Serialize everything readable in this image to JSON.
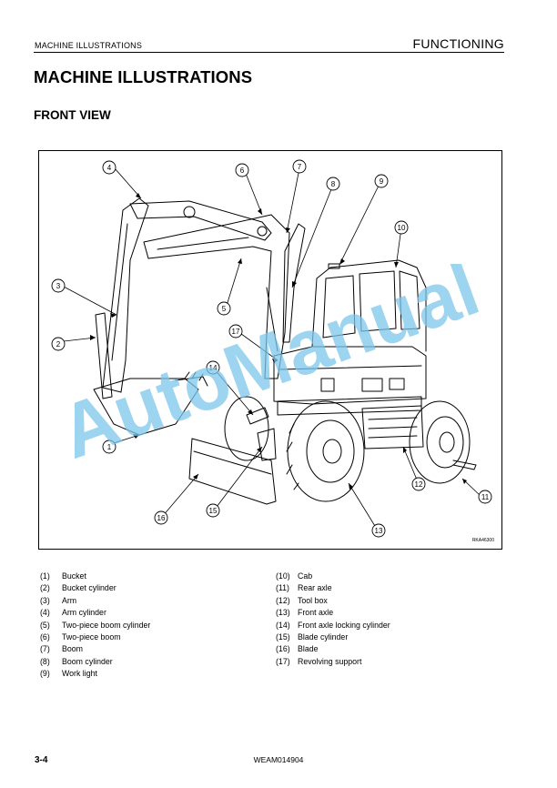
{
  "header": {
    "left": "MACHINE ILLUSTRATIONS",
    "right": "FUNCTIONING"
  },
  "title": "MACHINE ILLUSTRATIONS",
  "section": "FRONT VIEW",
  "figure": {
    "code": "RKA46300",
    "callouts": [
      "1",
      "2",
      "3",
      "4",
      "5",
      "6",
      "7",
      "8",
      "9",
      "10",
      "11",
      "12",
      "13",
      "14",
      "15",
      "16",
      "17"
    ]
  },
  "watermark": "AutoManual",
  "legend_left": [
    {
      "num": "(1)",
      "label": "Bucket"
    },
    {
      "num": "(2)",
      "label": "Bucket cylinder"
    },
    {
      "num": "(3)",
      "label": "Arm"
    },
    {
      "num": "(4)",
      "label": "Arm cylinder"
    },
    {
      "num": "(5)",
      "label": "Two-piece boom cylinder"
    },
    {
      "num": "(6)",
      "label": "Two-piece boom"
    },
    {
      "num": "(7)",
      "label": "Boom"
    },
    {
      "num": "(8)",
      "label": "Boom cylinder"
    },
    {
      "num": "(9)",
      "label": "Work light"
    }
  ],
  "legend_right": [
    {
      "num": "(10)",
      "label": "Cab"
    },
    {
      "num": "(11)",
      "label": "Rear axle"
    },
    {
      "num": "(12)",
      "label": "Tool box"
    },
    {
      "num": "(13)",
      "label": "Front axle"
    },
    {
      "num": "(14)",
      "label": "Front axle locking cylinder"
    },
    {
      "num": "(15)",
      "label": "Blade cylinder"
    },
    {
      "num": "(16)",
      "label": "Blade"
    },
    {
      "num": "(17)",
      "label": "Revolving support"
    }
  ],
  "footer": {
    "page": "3-4",
    "code": "WEAM014904"
  },
  "colors": {
    "watermark": "#7cc5ea",
    "line": "#000000"
  }
}
